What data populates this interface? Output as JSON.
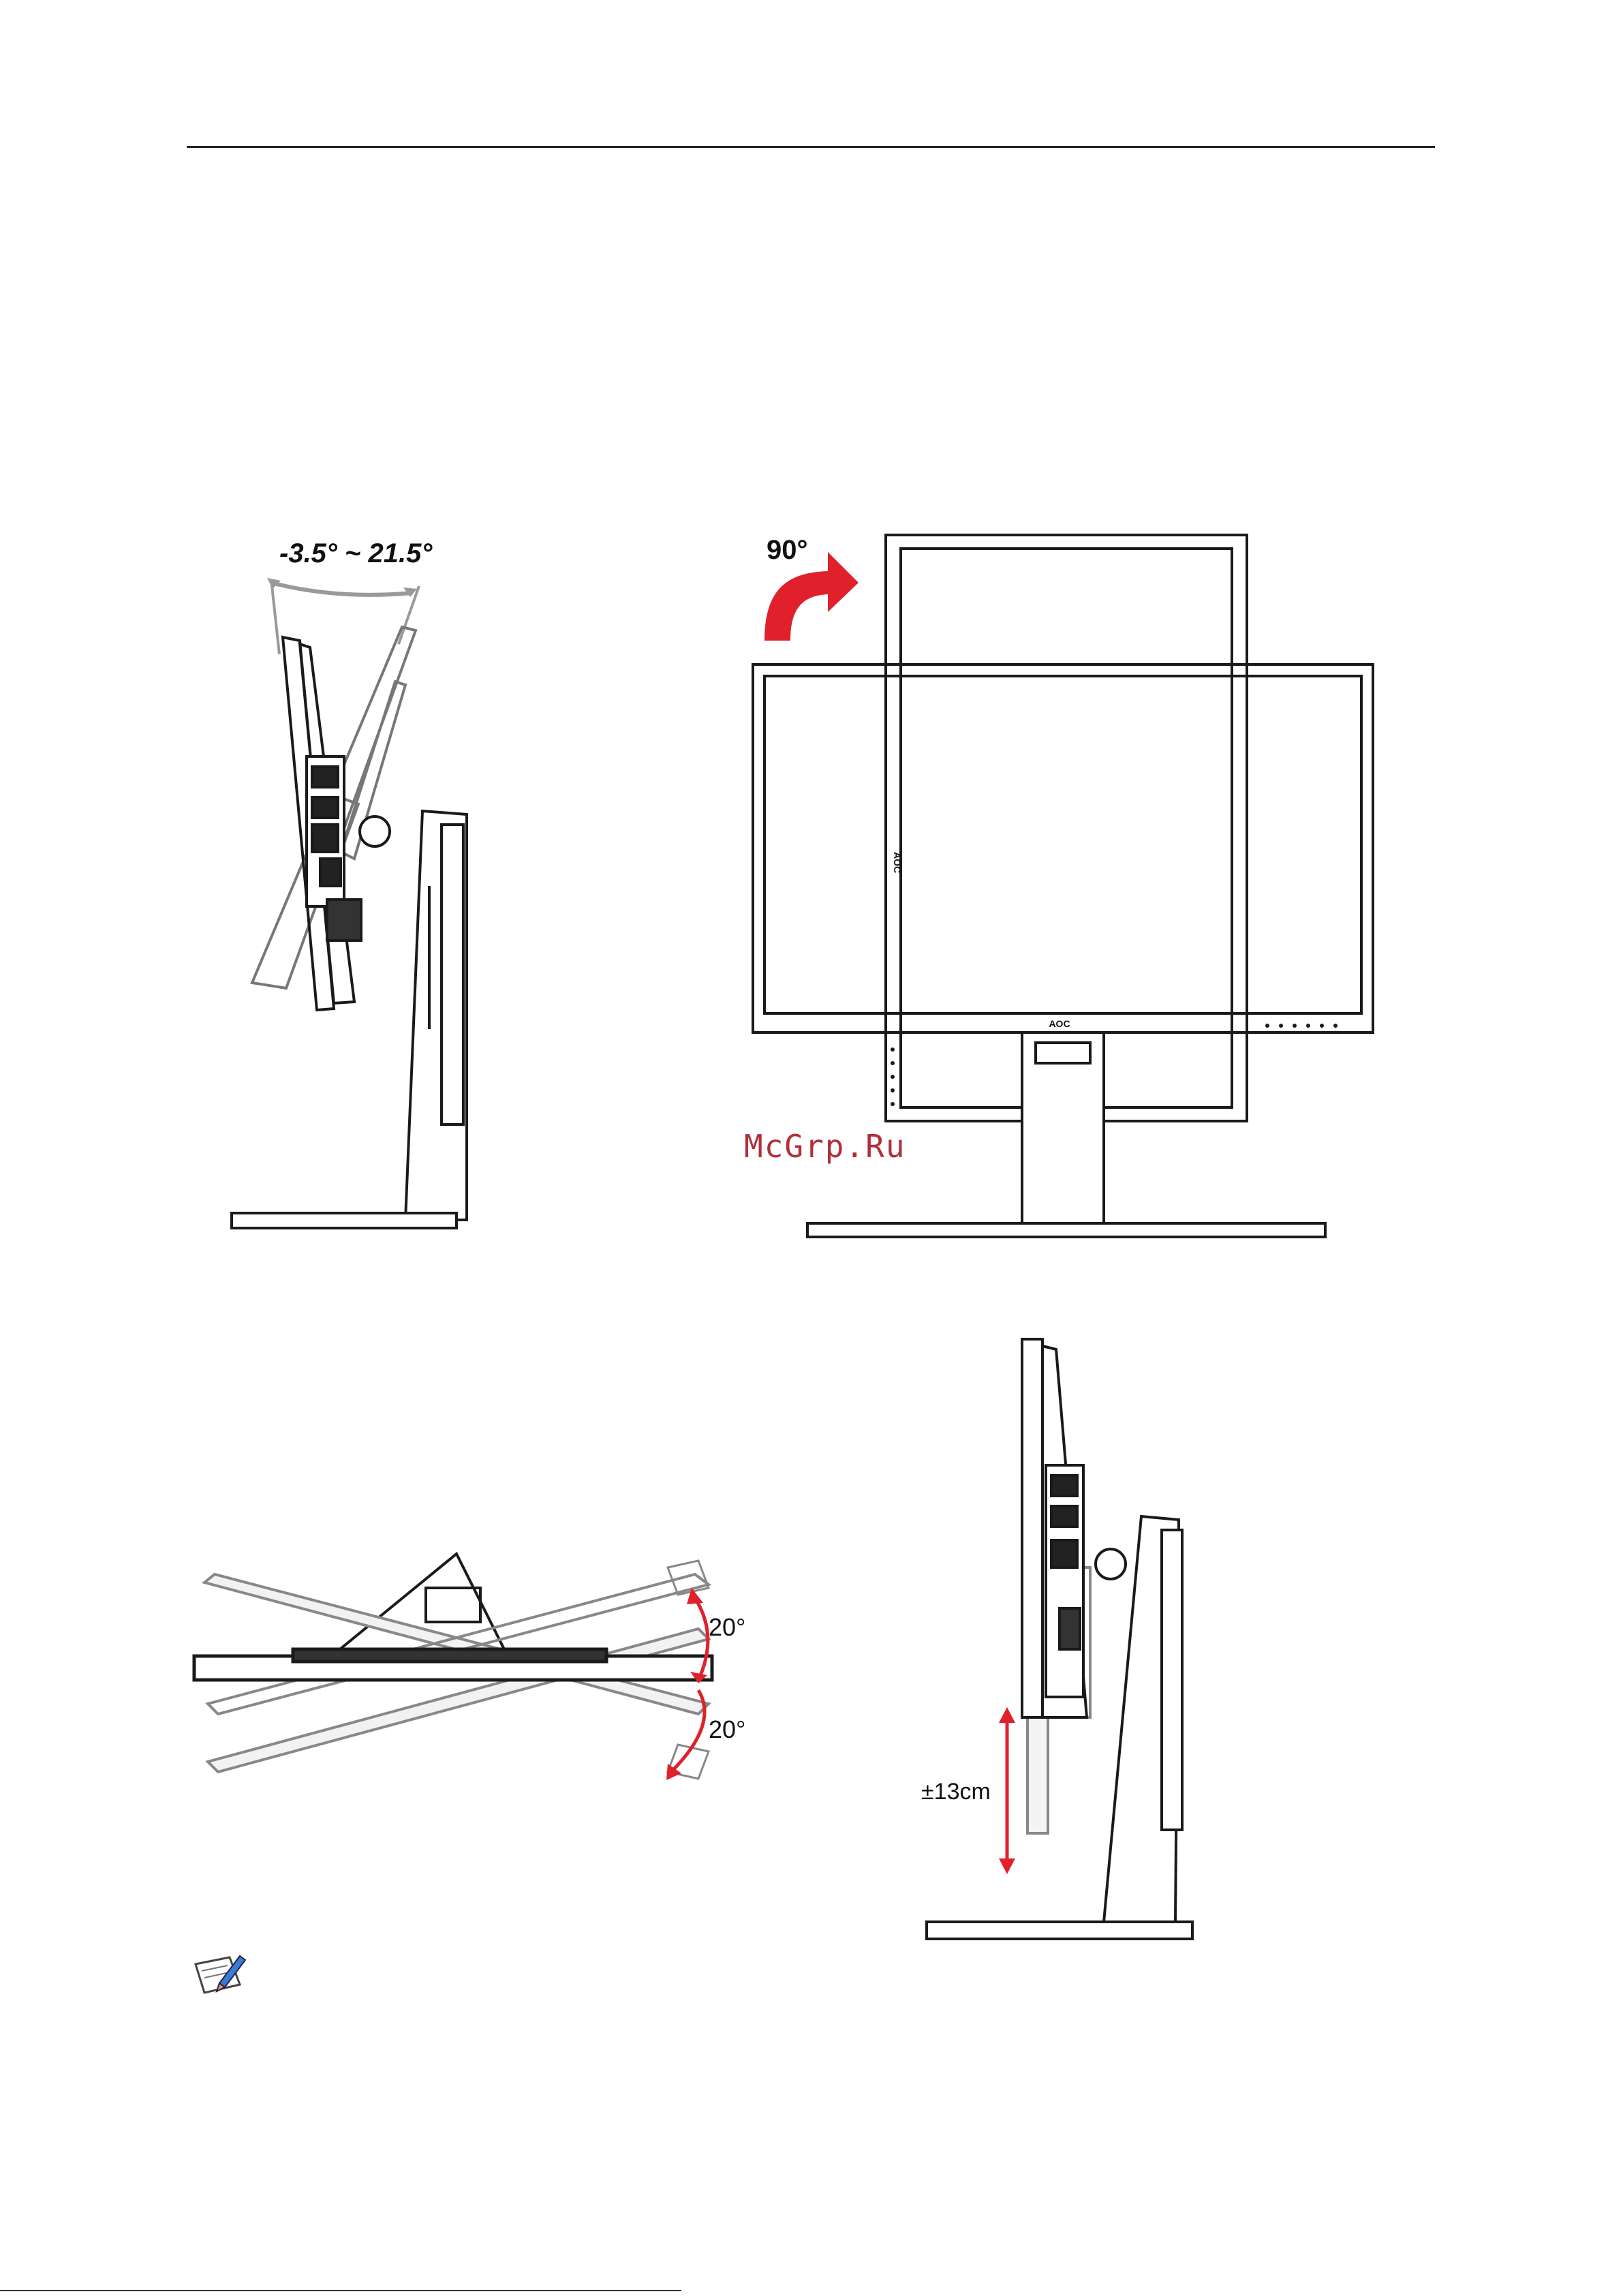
{
  "figures": {
    "tilt": {
      "angle_label": "-3.5° ~ 21.5°"
    },
    "pivot": {
      "angle_label": "90°",
      "logo": "AOC"
    },
    "swivel": {
      "upper_label": "20°",
      "lower_label": "20°"
    },
    "height": {
      "range_label": "±13cm"
    }
  },
  "watermark": "McGrp.Ru",
  "icons": {
    "note": "note-pencil-icon"
  },
  "colors": {
    "accent_red": "#e0202a",
    "line": "#1a1a1a",
    "ghost": "#8a8a8a"
  }
}
